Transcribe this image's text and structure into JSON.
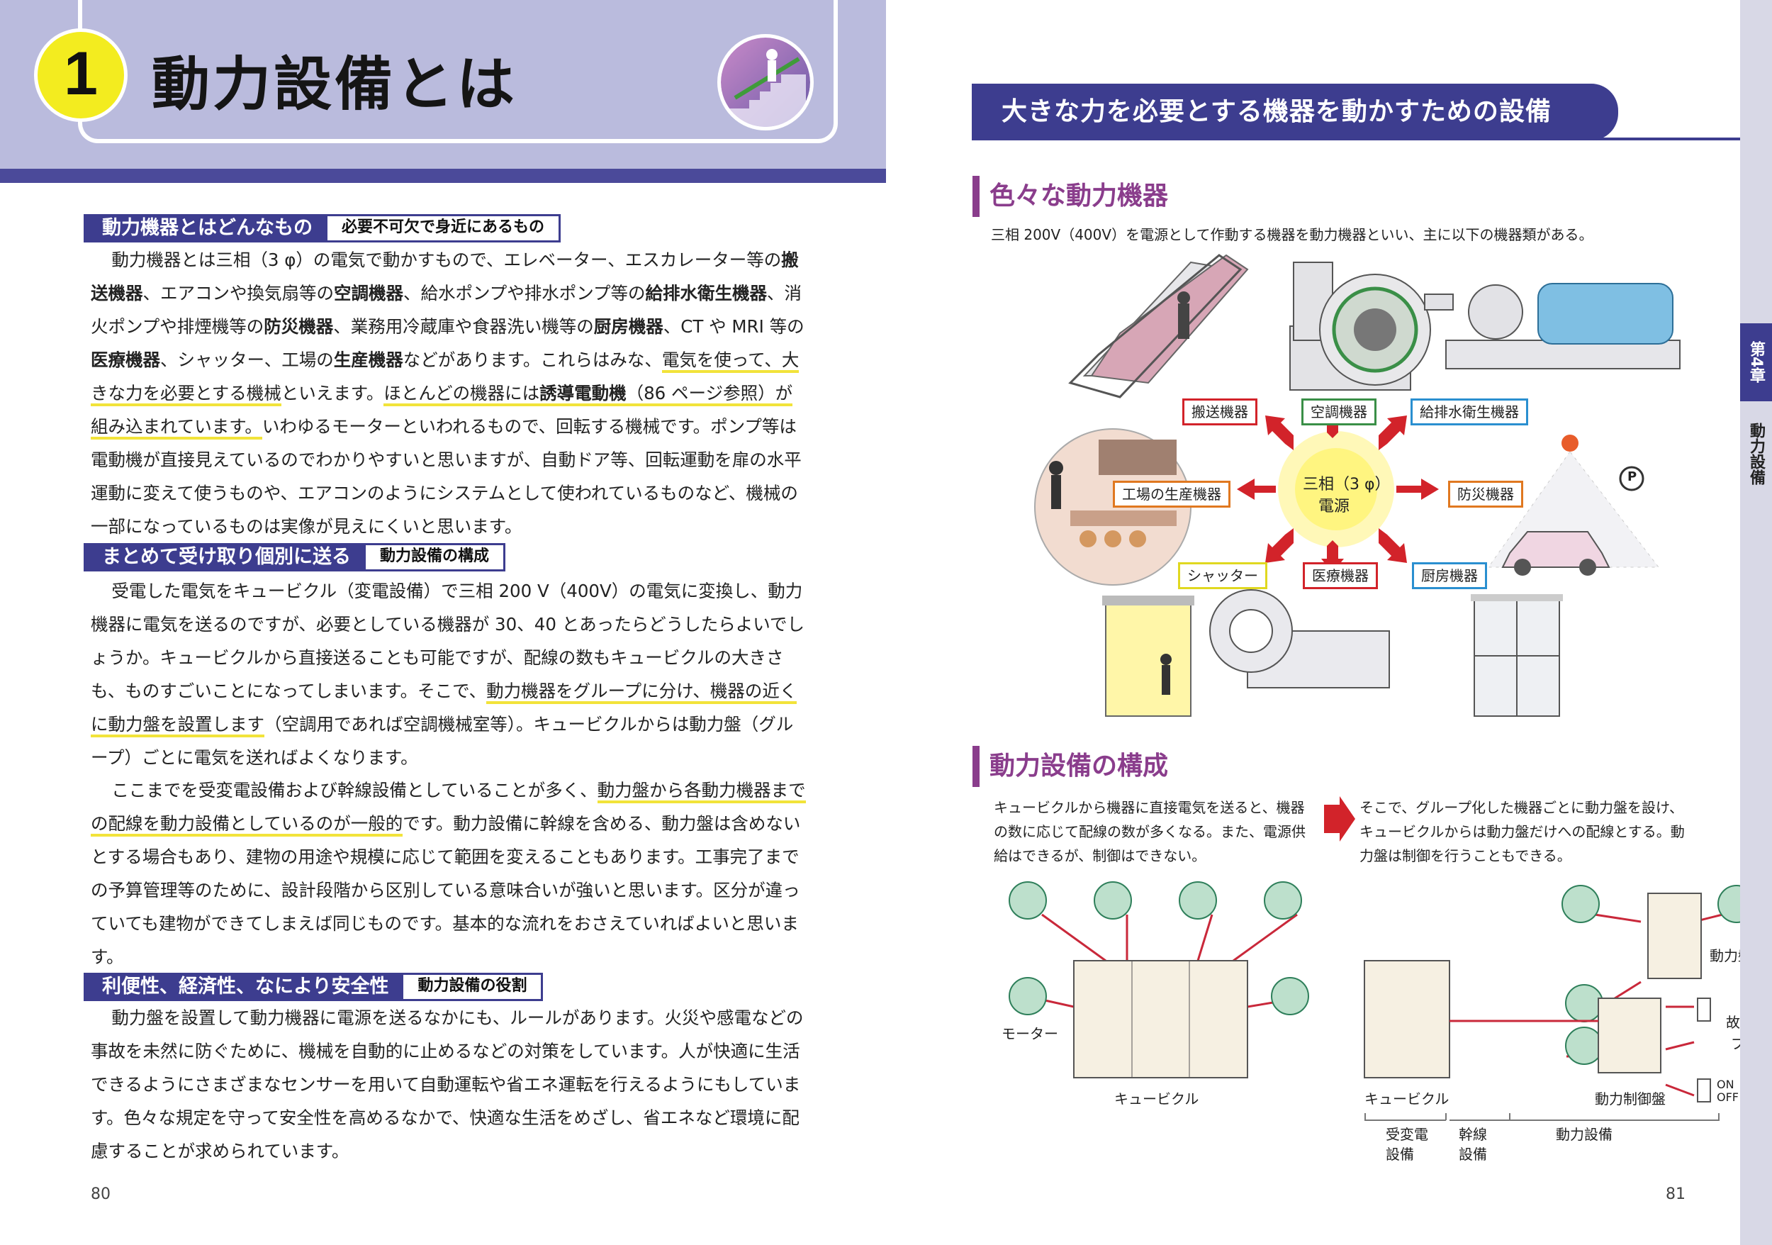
{
  "left": {
    "number": "1",
    "title": "動力設備とは",
    "sections": [
      {
        "head": "動力機器とはどんなもの",
        "sub": "必要不可欠で身近にあるもの"
      },
      {
        "head": "まとめて受け取り個別に送る",
        "sub": "動力設備の構成"
      },
      {
        "head": "利便性、経済性、なにより安全性",
        "sub": "動力設備の役割"
      }
    ],
    "page_number": "80"
  },
  "right": {
    "banner": "大きな力を必要とする機器を動かすための設備",
    "h1": "色々な動力機器",
    "h1_desc": "三相 200V（400V）を電源として作動する機器を動力機器といい、主に以下の機器類がある。",
    "center_label_1": "三相（3 φ）",
    "center_label_2": "電源",
    "tags": {
      "transport": "搬送機器",
      "aircon": "空調機器",
      "water": "給排水衛生機器",
      "factory": "工場の生産機器",
      "disaster": "防災機器",
      "shutter": "シャッター",
      "medical": "医療機器",
      "kitchen": "厨房機器"
    },
    "h2": "動力設備の構成",
    "h2_desc_left": "キュービクルから機器に直接電気を送ると、機器の数に応じて配線の数が多くなる。また、電源供給はできるが、制御はできない。",
    "h2_desc_right": "そこで、グループ化した機器ごとに動力盤を設け、キュービクルからは動力盤だけへの配線とする。動力盤は制御を行うこともできる。",
    "labels": {
      "motor": "モーター",
      "cubicle_left": "キュービクル",
      "cubicle_right": "キュービクル",
      "panel": "動力盤",
      "control_panel": "動力制御盤",
      "alarm_1": "故障警報",
      "alarm_2": "ブザー",
      "on": "ON",
      "off": "OFF",
      "substation_1": "受変電",
      "substation_2": "設備",
      "trunk_1": "幹線",
      "trunk_2": "設備",
      "power_equipment": "動力設備",
      "pump_p": "P"
    },
    "chapter_tab": "第4章",
    "chapter_name": "動力設備",
    "page_number": "81"
  },
  "colors": {
    "navy": "#3d3d8f",
    "lavender": "#babbdd",
    "yellow": "#f3ec1f",
    "purple": "#8a3d8c",
    "red": "#d2232a"
  }
}
